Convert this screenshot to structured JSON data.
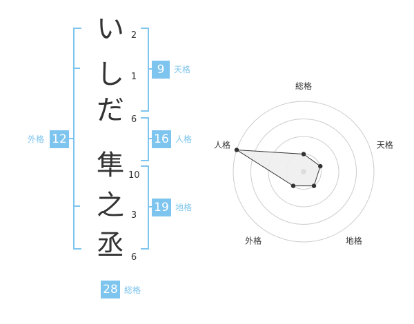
{
  "name": {
    "chars": [
      {
        "char": "い",
        "strokes": "2"
      },
      {
        "char": "し",
        "strokes": "1"
      },
      {
        "char": "だ",
        "strokes": "6"
      },
      {
        "char": "隼",
        "strokes": "10"
      },
      {
        "char": "之",
        "strokes": "3"
      },
      {
        "char": "丞",
        "strokes": "6"
      }
    ]
  },
  "kaku": {
    "tenkaku": {
      "value": "9",
      "label": "天格"
    },
    "jinkaku": {
      "value": "16",
      "label": "人格"
    },
    "chikaku": {
      "value": "19",
      "label": "地格"
    },
    "gaikaku": {
      "value": "12",
      "label": "外格"
    },
    "soukaku": {
      "value": "28",
      "label": "総格"
    }
  },
  "radar": {
    "axes": [
      "総格",
      "天格",
      "地格",
      "外格",
      "人格"
    ],
    "values": [
      0.25,
      0.25,
      0.25,
      0.25,
      1.0
    ],
    "colors": {
      "ring": "#cccccc",
      "fill": "#eeeeee",
      "stroke": "#333333",
      "point": "#333333"
    }
  },
  "colors": {
    "accent": "#7dc4ee"
  }
}
